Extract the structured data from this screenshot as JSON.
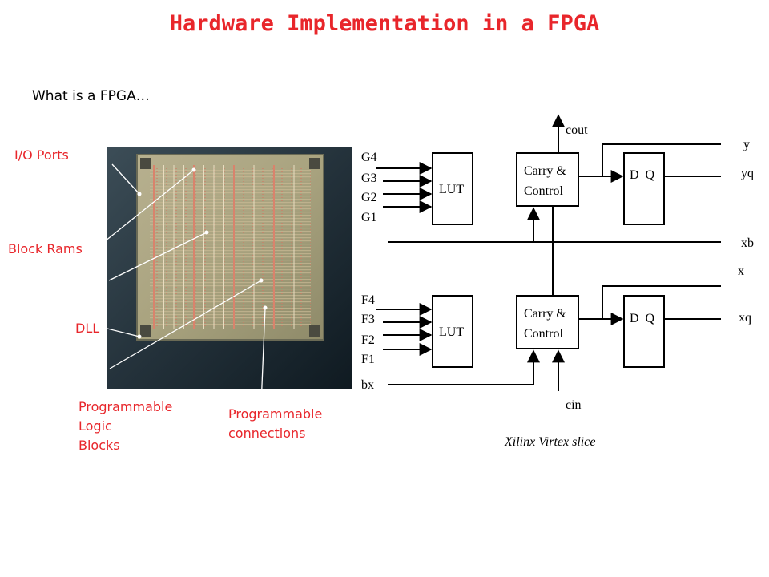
{
  "title": "Hardware Implementation in a FPGA",
  "subtitle": "What is a FPGA…",
  "colors": {
    "accent": "#e8262b",
    "line": "#000000"
  },
  "callouts": {
    "io_ports": "I/O Ports",
    "block_rams": "Block Rams",
    "dll": "DLL",
    "logic_blocks": [
      "Programmable",
      "Logic",
      "Blocks"
    ],
    "connections": [
      "Programmable",
      "connections"
    ]
  },
  "slice": {
    "caption": "Xilinx Virtex slice",
    "g_inputs": [
      "G4",
      "G3",
      "G2",
      "G1"
    ],
    "f_inputs": [
      "F4",
      "F3",
      "F2",
      "F1"
    ],
    "bx": "bx",
    "lut": "LUT",
    "carry": [
      "Carry &",
      "Control"
    ],
    "dff": "D  Q",
    "cout": "cout",
    "cin": "cin",
    "outputs": {
      "y": "y",
      "yq": "yq",
      "xb": "xb",
      "x": "x",
      "xq": "xq"
    }
  }
}
